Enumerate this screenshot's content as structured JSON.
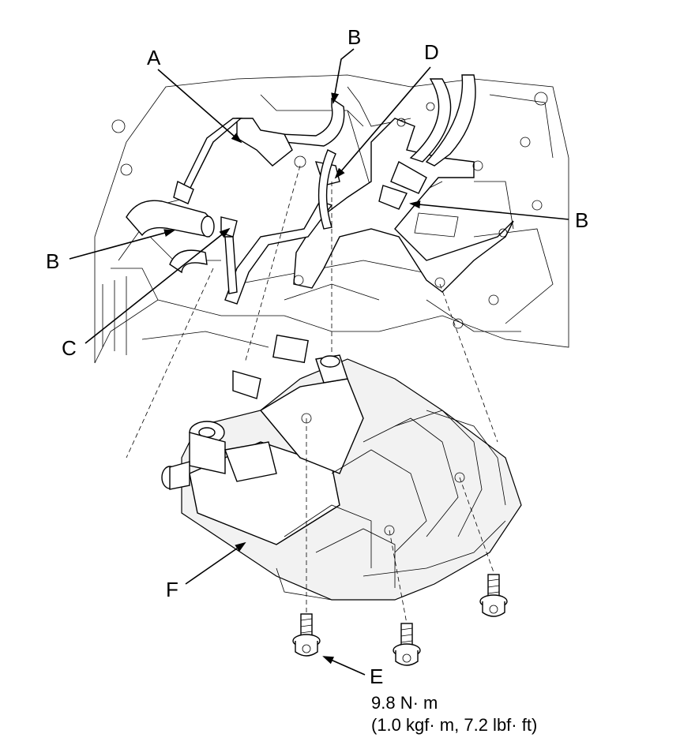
{
  "callouts": {
    "a": "A",
    "b_top": "B",
    "b_right": "B",
    "b_left": "B",
    "c": "C",
    "d": "D",
    "e": "E",
    "f": "F"
  },
  "torque_spec": {
    "line1": "9.8 N· m",
    "line2": "(1.0 kgf· m, 7.2 lbf· ft)"
  }
}
